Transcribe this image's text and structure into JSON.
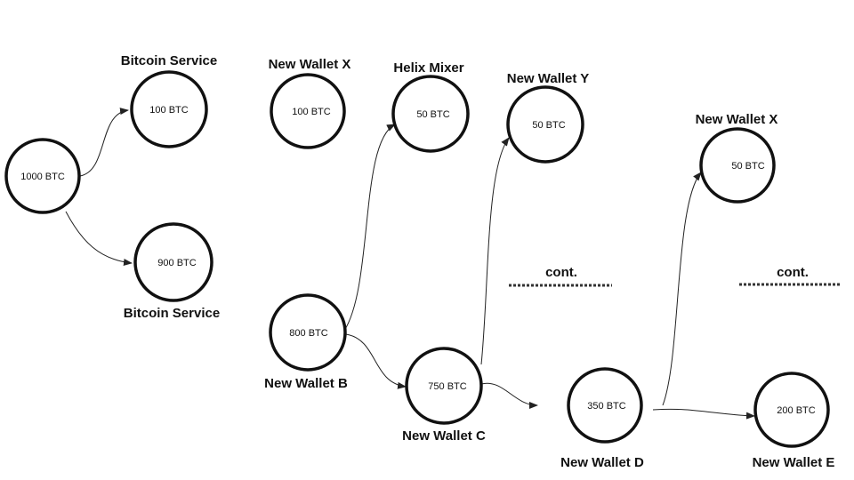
{
  "nodes": {
    "n1000": {
      "value": "1000 BTC"
    },
    "n100a": {
      "value": "100 BTC",
      "label": "Bitcoin Service"
    },
    "n900": {
      "value": "900 BTC",
      "label": "Bitcoin Service"
    },
    "n100x": {
      "value": "100 BTC",
      "label": "New Wallet X"
    },
    "n800": {
      "value": "800 BTC",
      "label": "New Wallet B"
    },
    "n50h": {
      "value": "50 BTC",
      "label": "Helix Mixer"
    },
    "n750": {
      "value": "750 BTC",
      "label": "New Wallet C"
    },
    "n50y": {
      "value": "50 BTC",
      "label": "New Wallet Y"
    },
    "n350": {
      "value": "350 BTC",
      "label": "New Wallet D"
    },
    "n50x": {
      "value": "50 BTC",
      "label": "New Wallet X"
    },
    "n200": {
      "value": "200 BTC",
      "label": "New Wallet E"
    }
  },
  "continuations": {
    "first": {
      "label": "cont."
    },
    "second": {
      "label": "cont."
    }
  }
}
